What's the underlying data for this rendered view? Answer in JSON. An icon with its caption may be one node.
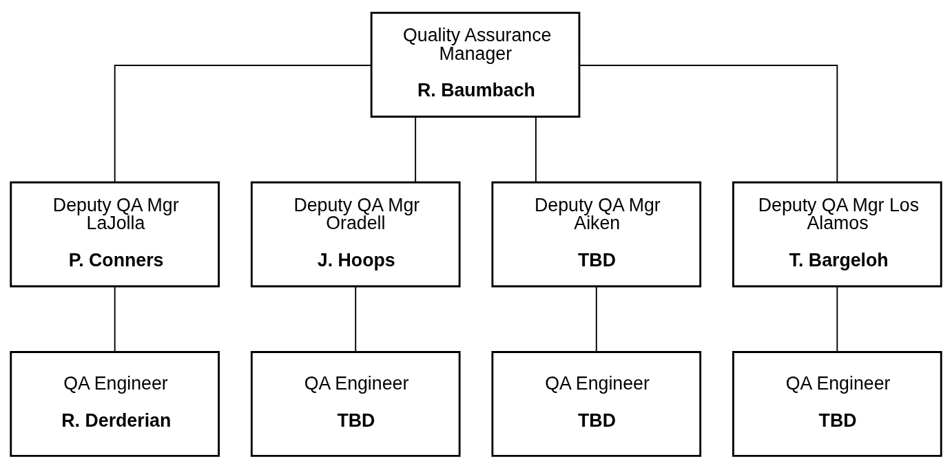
{
  "diagram": {
    "nodes": [
      {
        "text": [
          "Quality Assurance Manager",
          "R. Baumbach"
        ]
      },
      {
        "text": [
          "Deputy QA Mgr LaJolla",
          "P. Conners"
        ]
      },
      {
        "text": [
          "Deputy QA Mgr Oradell",
          "J. Hoops"
        ]
      },
      {
        "text": [
          "Deputy QA Mgr Aiken",
          "TBD"
        ]
      },
      {
        "text": [
          "Deputy QA Mgr Los Alamos",
          "T. Bargeloh"
        ]
      },
      {
        "text": [
          "QA Engineer",
          "R. Derderian"
        ]
      },
      {
        "text": [
          "QA Engineer",
          "TBD"
        ]
      },
      {
        "text": [
          "QA Engineer",
          "TBD"
        ]
      },
      {
        "text": [
          "QA Engineer",
          "TBD"
        ]
      }
    ],
    "edges": [
      {
        "from": 0,
        "to": 1,
        "arrow": "none"
      },
      {
        "from": 0,
        "to": 2,
        "arrow": "none"
      },
      {
        "from": 0,
        "to": 3,
        "arrow": "none"
      },
      {
        "from": 0,
        "to": 4,
        "arrow": "none"
      },
      {
        "from": 1,
        "to": 5,
        "arrow": "none"
      },
      {
        "from": 2,
        "to": 6,
        "arrow": "none"
      },
      {
        "from": 3,
        "to": 7,
        "arrow": "none"
      },
      {
        "from": 4,
        "to": 8,
        "arrow": "none"
      }
    ]
  }
}
